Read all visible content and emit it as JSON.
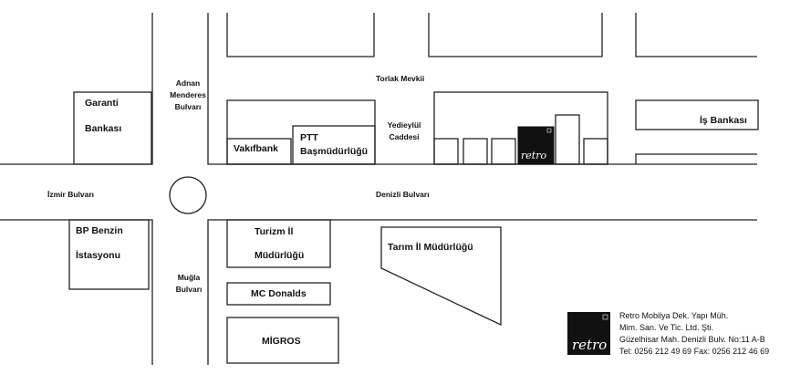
{
  "streets": {
    "adnan_menderes": [
      "Adnan",
      "Menderes",
      "Bulvarı"
    ],
    "torlak": "Torlak Mevkii",
    "yedieylul": [
      "Yedieylül",
      "Caddesi"
    ],
    "izmir": "İzmir Bulvarı",
    "denizli": "Denizli Bulvarı",
    "mugla": [
      "Muğla",
      "Bulvarı"
    ]
  },
  "places": {
    "garanti": [
      "Garanti",
      "Bankası"
    ],
    "vakifbank": "Vakıfbank",
    "ptt": [
      "PTT",
      "Başmüdürlüğü"
    ],
    "isbank": "İş Bankası",
    "bp": [
      "BP Benzin",
      "İstasyonu"
    ],
    "turizm": [
      "Turizm İl",
      "Müdürlüğü"
    ],
    "tarim": "Tarım İl Müdürlüğü",
    "mcdonalds": "MC Donalds",
    "migros": "MİGROS"
  },
  "marker": {
    "logo_text": "retro"
  },
  "company": {
    "logo_text": "retro",
    "lines": [
      "Retro Mobilya Dek. Yapı Müh.",
      "Mim. San. Ve Tic. Ltd. Şti.",
      "Güzelhisar Mah. Denizli Bulv. No:11 A-B",
      "Tel: 0256 212 49 69 Fax: 0256 212 46 69"
    ]
  },
  "colors": {
    "line": "#222222",
    "logo_bg": "#111111",
    "logo_text": "#ffffff",
    "background": "#ffffff"
  }
}
